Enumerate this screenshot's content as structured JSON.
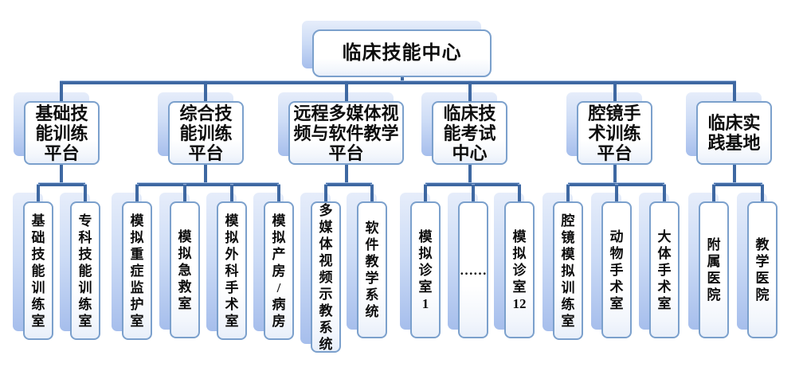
{
  "root": {
    "label": "临床技能中心"
  },
  "colors": {
    "connector": "#3e68a2",
    "box_border": "#7ba0cc",
    "shadow_top": "#e6edfa",
    "shadow_bottom": "#a6beec",
    "text": "#0d0d0d"
  },
  "groups": [
    {
      "label": "基础技能训练平台",
      "children": [
        {
          "label": "基础技能训练室"
        },
        {
          "label": "专科技能训练室"
        }
      ]
    },
    {
      "label": "综合技能训练平台",
      "children": [
        {
          "label": "模拟重症监护室"
        },
        {
          "label": "模拟急救室"
        },
        {
          "label": "模拟外科手术室"
        },
        {
          "label": "模拟产房/病房"
        }
      ]
    },
    {
      "label": "远程多媒体视频与软件教学平台",
      "children": [
        {
          "label": "多媒体视频示教系统"
        },
        {
          "label": "软件教学系统"
        }
      ]
    },
    {
      "label": "临床技能考试中心",
      "children": [
        {
          "label": "模拟诊室1"
        },
        {
          "label": "……"
        },
        {
          "label": "模拟诊室12"
        }
      ]
    },
    {
      "label": "腔镜手术训练平台",
      "children": [
        {
          "label": "腔镜模拟训练室"
        },
        {
          "label": "动物手术室"
        },
        {
          "label": "大体手术室"
        }
      ]
    },
    {
      "label": "临床实践基地",
      "children": [
        {
          "label": "附属医院"
        },
        {
          "label": "教学医院"
        }
      ]
    }
  ]
}
